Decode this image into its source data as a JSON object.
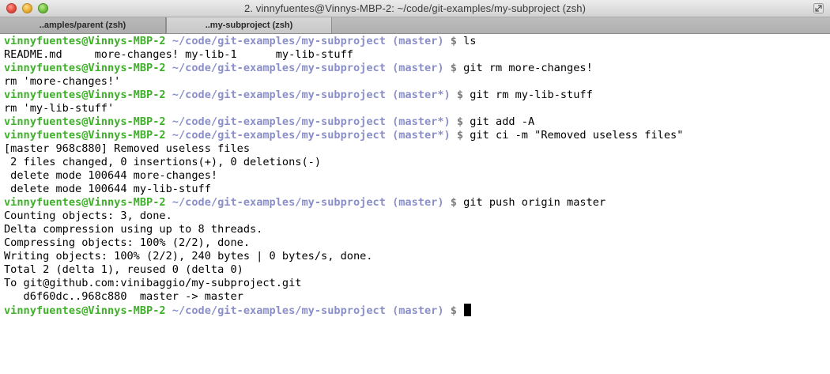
{
  "window": {
    "title": "2. vinnyfuentes@Vinnys-MBP-2: ~/code/git-examples/my-subproject (zsh)"
  },
  "tabs": [
    {
      "label": "..amples/parent (zsh)",
      "active": false
    },
    {
      "label": "..my-subproject (zsh)",
      "active": true
    }
  ],
  "colors": {
    "user": "#3fb02a",
    "path": "#8a8fc9",
    "branch": "#8a8fc9",
    "dollar": "#7a7a7a",
    "output": "#000000"
  },
  "terminal": {
    "lines": [
      {
        "type": "prompt",
        "user": "vinnyfuentes@Vinnys-MBP-2",
        "path": "~/code/git-examples/my-subproject",
        "branch": "(master)",
        "dollar": "$",
        "command": "ls"
      },
      {
        "type": "output",
        "text": "README.md     more-changes! my-lib-1      my-lib-stuff"
      },
      {
        "type": "prompt",
        "user": "vinnyfuentes@Vinnys-MBP-2",
        "path": "~/code/git-examples/my-subproject",
        "branch": "(master)",
        "dollar": "$",
        "command": "git rm more-changes!"
      },
      {
        "type": "output",
        "text": "rm 'more-changes!'"
      },
      {
        "type": "prompt",
        "user": "vinnyfuentes@Vinnys-MBP-2",
        "path": "~/code/git-examples/my-subproject",
        "branch": "(master*)",
        "dollar": "$",
        "command": "git rm my-lib-stuff"
      },
      {
        "type": "output",
        "text": "rm 'my-lib-stuff'"
      },
      {
        "type": "prompt",
        "user": "vinnyfuentes@Vinnys-MBP-2",
        "path": "~/code/git-examples/my-subproject",
        "branch": "(master*)",
        "dollar": "$",
        "command": "git add -A"
      },
      {
        "type": "prompt",
        "user": "vinnyfuentes@Vinnys-MBP-2",
        "path": "~/code/git-examples/my-subproject",
        "branch": "(master*)",
        "dollar": "$",
        "command": "git ci -m \"Removed useless files\""
      },
      {
        "type": "output",
        "text": "[master 968c880] Removed useless files"
      },
      {
        "type": "output",
        "text": " 2 files changed, 0 insertions(+), 0 deletions(-)"
      },
      {
        "type": "output",
        "text": " delete mode 100644 more-changes!"
      },
      {
        "type": "output",
        "text": " delete mode 100644 my-lib-stuff"
      },
      {
        "type": "prompt",
        "user": "vinnyfuentes@Vinnys-MBP-2",
        "path": "~/code/git-examples/my-subproject",
        "branch": "(master)",
        "dollar": "$",
        "command": "git push origin master"
      },
      {
        "type": "output",
        "text": "Counting objects: 3, done."
      },
      {
        "type": "output",
        "text": "Delta compression using up to 8 threads."
      },
      {
        "type": "output",
        "text": "Compressing objects: 100% (2/2), done."
      },
      {
        "type": "output",
        "text": "Writing objects: 100% (2/2), 240 bytes | 0 bytes/s, done."
      },
      {
        "type": "output",
        "text": "Total 2 (delta 1), reused 0 (delta 0)"
      },
      {
        "type": "output",
        "text": "To git@github.com:vinibaggio/my-subproject.git"
      },
      {
        "type": "output",
        "text": "   d6f60dc..968c880  master -> master"
      },
      {
        "type": "prompt",
        "user": "vinnyfuentes@Vinnys-MBP-2",
        "path": "~/code/git-examples/my-subproject",
        "branch": "(master)",
        "dollar": "$",
        "command": "",
        "cursor": true
      }
    ]
  }
}
